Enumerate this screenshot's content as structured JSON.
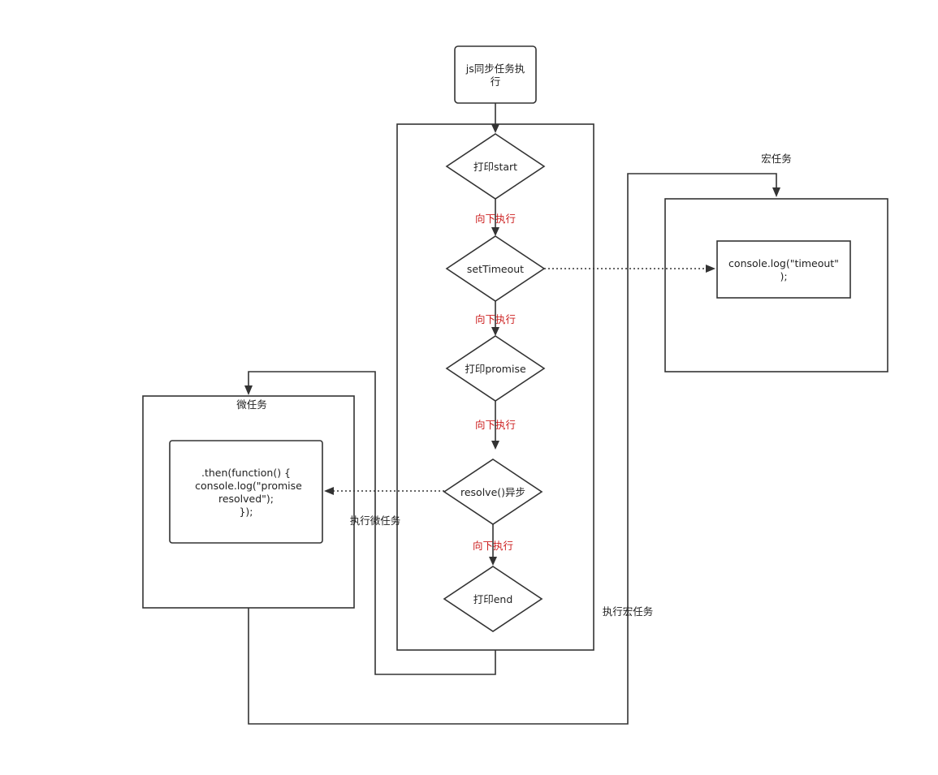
{
  "start_box": {
    "line1": "js同步任务执",
    "line2": "行"
  },
  "decisions": {
    "print_start": "打印start",
    "set_timeout": "setTimeout",
    "print_promise": "打印promise",
    "resolve_async": "resolve()异步",
    "print_end": "打印end"
  },
  "edge_label": "向下执行",
  "macro": {
    "title": "宏任务",
    "code_line1": "console.log(\"timeout\"",
    "code_line2": ");"
  },
  "micro": {
    "title": "微任务",
    "code_line1": ".then(function() {",
    "code_line2": "console.log(\"promise",
    "code_line3": "resolved\");",
    "code_line4": "});"
  },
  "exec_micro": "执行微任务",
  "exec_macro": "执行宏任务",
  "colors": {
    "stroke": "#333333",
    "edge_label": "#cc1f1f"
  }
}
